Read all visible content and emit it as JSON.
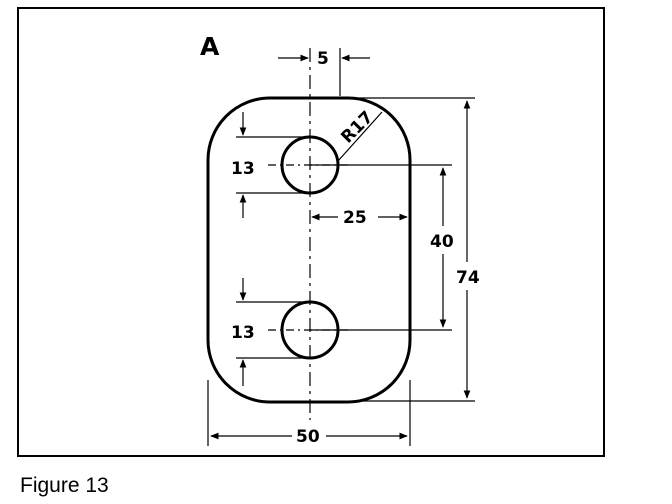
{
  "panel_label": "A",
  "caption": "Figure 13",
  "dimensions": {
    "hole_offset": "5",
    "corner_radius": "R17",
    "hole_diameter_top": "13",
    "hole_diameter_bottom": "13",
    "hole_to_edge": "25",
    "hole_spacing": "40",
    "height": "74",
    "width": "50"
  }
}
